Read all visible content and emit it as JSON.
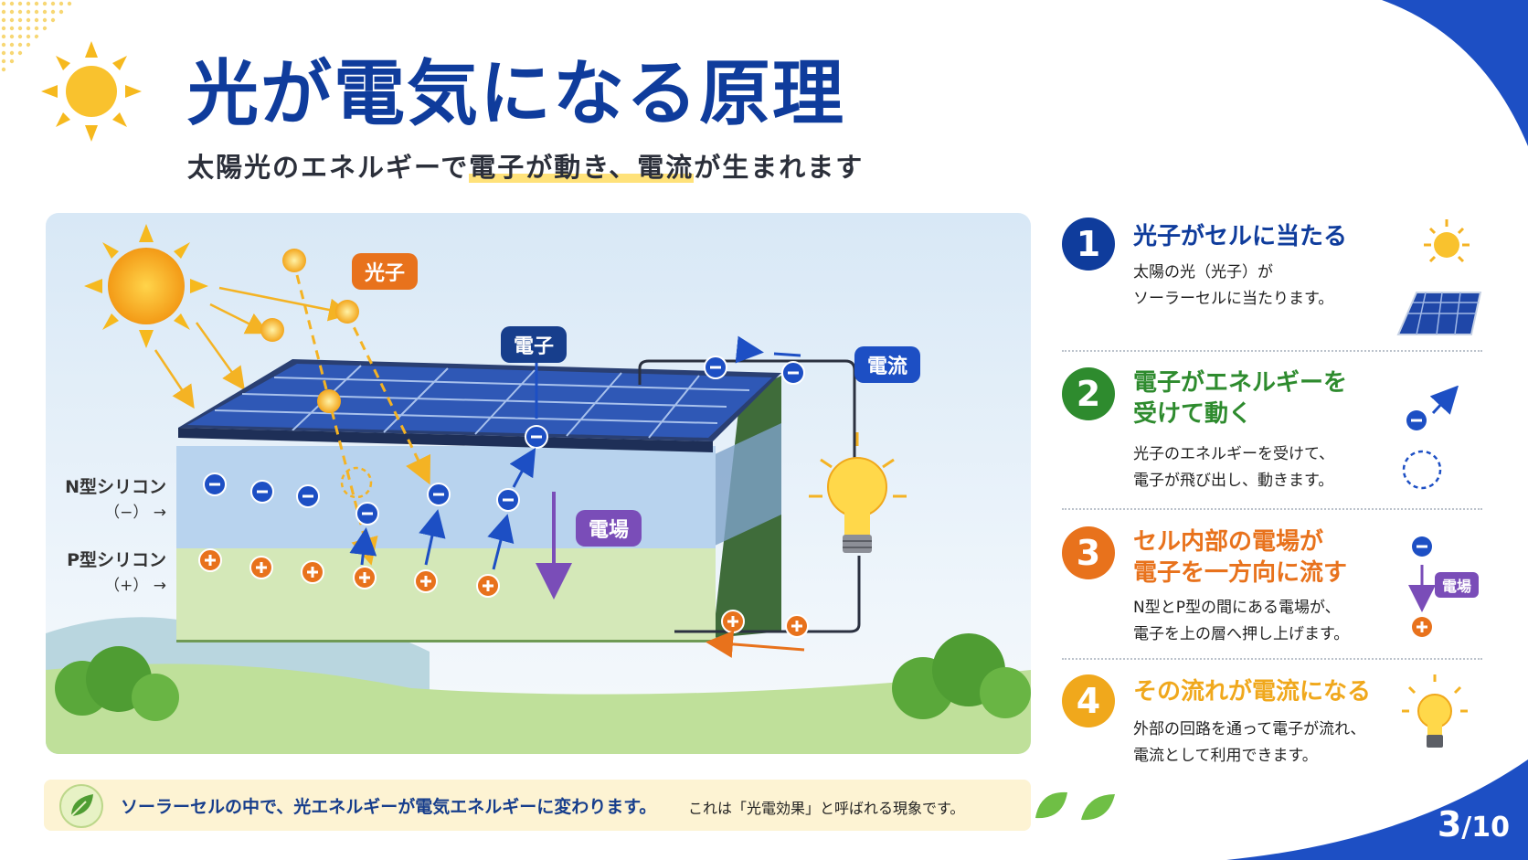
{
  "title": "光が電気になる原理",
  "subtitle": {
    "before": "太陽光のエネルギーで",
    "highlight": "電子が動き、電流",
    "after": "が生まれます"
  },
  "diagram": {
    "photon_label": "光子",
    "electron_label": "電子",
    "current_label": "電流",
    "field_label": "電場",
    "n_type_label": "N型シリコン",
    "n_type_sign": "（−） →",
    "p_type_label": "P型シリコン",
    "p_type_sign": "（+） →"
  },
  "steps": [
    {
      "number": "1",
      "title": [
        "光子がセルに当たる"
      ],
      "desc": [
        "太陽の光（光子）が",
        "ソーラーセルに当たります。"
      ],
      "color": "#0f3c9c"
    },
    {
      "number": "2",
      "title": [
        "電子がエネルギーを",
        "受けて動く"
      ],
      "desc": [
        "光子のエネルギーを受けて、",
        "電子が飛び出し、動きます。"
      ],
      "color": "#2e8b2e"
    },
    {
      "number": "3",
      "title": [
        "セル内部の電場が",
        "電子を一方向に流す"
      ],
      "desc": [
        "N型とP型の間にある電場が、",
        "電子を上の層へ押し上げます。"
      ],
      "color": "#e8721c",
      "icon_label": "電場"
    },
    {
      "number": "4",
      "title": [
        "その流れが電流になる"
      ],
      "desc": [
        "外部の回路を通って電子が流れ、",
        "電流として利用できます。"
      ],
      "color": "#f0a81c"
    }
  ],
  "footer": {
    "main": "ソーラーセルの中で、光エネルギーが電気エネルギーに変わります。",
    "note": "これは「光電効果」と呼ばれる現象です。"
  },
  "page": {
    "current": "3",
    "total": "/10"
  },
  "colors": {
    "primary": "#0f3c9c",
    "green": "#2e8b2e",
    "orange": "#e8721c",
    "yellow": "#f0a81c",
    "purple": "#7a4db8"
  }
}
